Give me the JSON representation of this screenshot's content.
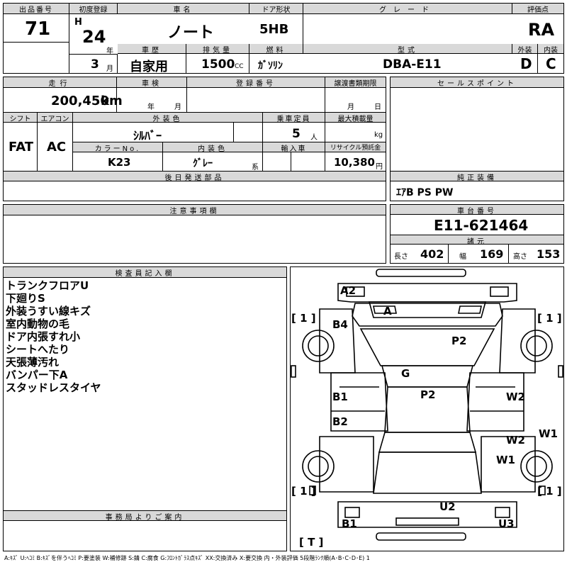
{
  "header": {
    "lot_no_label": "出品番号",
    "lot_no": "71",
    "first_reg_label": "初度登録",
    "era": "H",
    "year": "24",
    "year_unit": "年",
    "month": "3",
    "month_unit": "月",
    "car_name_label": "車名",
    "car_name": "ノート",
    "door_label": "ドア形状",
    "door": "5HB",
    "grade_label": "グレード",
    "grade": "",
    "score_label": "評価点",
    "score": "RA",
    "history_label": "車歴",
    "history": "自家用",
    "displacement_label": "排気量",
    "displacement": "1500",
    "displacement_unit": "CC",
    "fuel_label": "燃料",
    "fuel": "ｶﾞｿﾘﾝ",
    "model_label": "型式",
    "model": "DBA-E11",
    "exterior_label": "外装",
    "exterior": "D",
    "interior_label": "内装",
    "interior": "C"
  },
  "row2": {
    "mileage_label": "走行",
    "mileage": "200,450",
    "mileage_unit": "km",
    "inspection_label": "車検",
    "inspection_year": "年",
    "inspection_month": "月",
    "reg_no_label": "登録番号",
    "transfer_label": "譲渡書類期限",
    "transfer_month": "月",
    "transfer_day": "日",
    "sales_label": "セールスポイント"
  },
  "row3": {
    "shift_label": "シフト",
    "shift": "FAT",
    "ac_label": "エアコン",
    "ac": "AC",
    "ext_color_label": "外装色",
    "ext_color": "ｼﾙﾊﾞｰ",
    "seats_label": "乗車定員",
    "seats": "5",
    "seats_unit": "人",
    "load_label": "最大積載量",
    "load_unit": "kg",
    "color_no_label": "カラーNo.",
    "color_no": "K23",
    "int_color_label": "内装色",
    "int_color": "ｸﾞﾚｰ",
    "int_color_unit": "系",
    "import_label": "輸入車",
    "recycle_label": "リサイクル預託金",
    "recycle": "10,380",
    "recycle_unit": "円"
  },
  "later_parts_label": "後日発送部品",
  "equipment_label": "純正装備",
  "equipment": "ｴｱB PS PW",
  "caution_label": "注意事項欄",
  "chassis_label": "車台番号",
  "chassis": "E11-621464",
  "specs_label": "諸元",
  "length_label": "長さ",
  "length": "402",
  "width_label": "幅",
  "width": "169",
  "height_label": "高さ",
  "height": "153",
  "inspector_label": "検査員記入欄",
  "inspector_notes": [
    "トランクフロアU",
    "下廻りS",
    "外装うすい線キズ",
    "室内動物の毛",
    "ドア内張すれ小",
    "シートへたり",
    "天張薄汚れ",
    "バンパー下A",
    "スタッドレスタイヤ"
  ],
  "office_label": "事務局よりご案内",
  "diagram": {
    "tire_fl": "[ 1 ]",
    "tire_fr": "[ 1 ]",
    "tire_rl": "[ 1 ]",
    "tire_rr": "[ 1 ]",
    "spare": "[ T ]",
    "marks": [
      "A2",
      "A",
      "B4",
      "P2",
      "G",
      "B1",
      "P2",
      "W2",
      "B2",
      "W2",
      "W1",
      "W1",
      "U2",
      "B1",
      "U3"
    ]
  },
  "legend": "A:ｷｽﾞ  U:ﾍｺﾐ  B:ｷｽﾞを伴うﾍｺﾐ  P:要塗装  W:補修跡  S:錆  C:腐食  G:ﾌﾛﾝﾄｶﾞﾗｽ点ｷｽﾞ  XX:交換済み  X:要交換   内・外装評価  5段階ﾗﾝｸ順(A･B･C･D･E) 1"
}
